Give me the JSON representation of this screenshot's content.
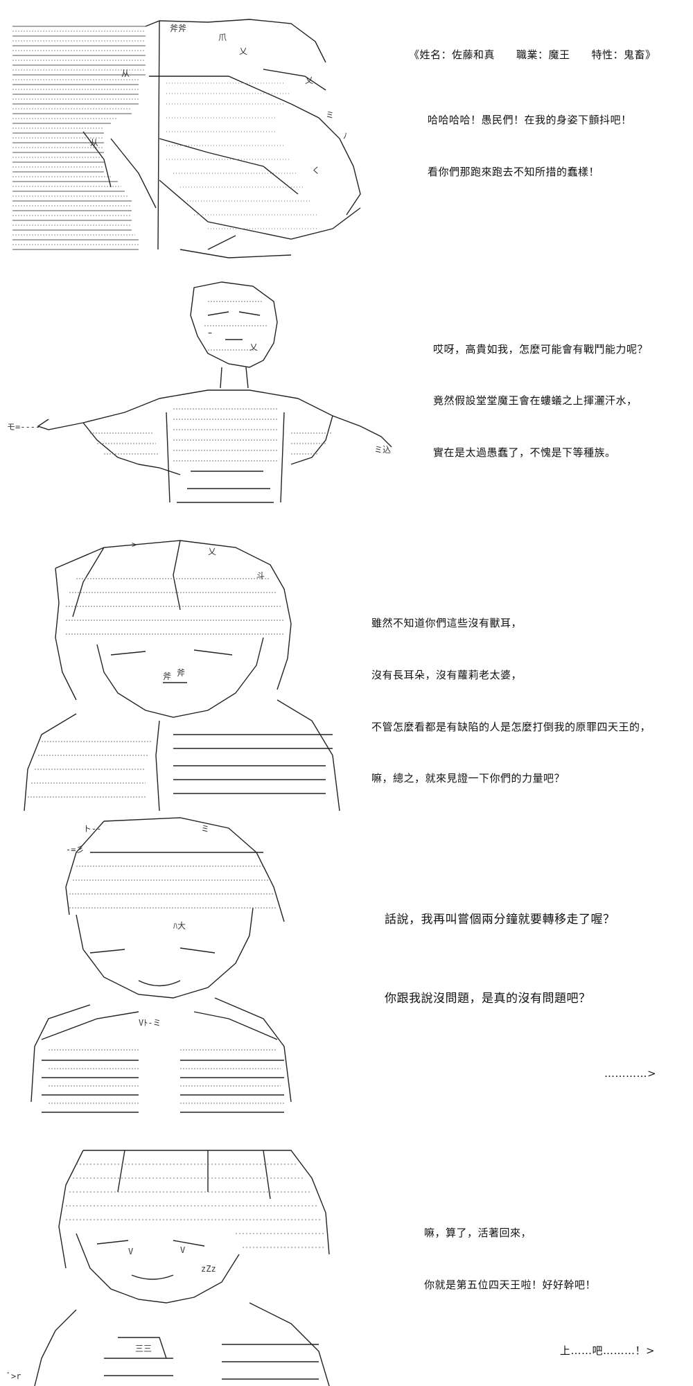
{
  "panels": [
    {
      "lines": [
        "《姓名：佐藤和真　　職業：魔王　　特性：鬼畜》",
        "哈哈哈哈！愚民們！在我的身姿下顫抖吧！",
        "看你們那跑來跑去不知所措的蠢樣！"
      ]
    },
    {
      "lines": [
        "哎呀，高貴如我，怎麼可能會有戰鬥能力呢？",
        "竟然假設堂堂魔王會在螻蟻之上揮灑汗水，",
        "實在是太過愚蠢了，不愧是下等種族。"
      ]
    },
    {
      "lines": [
        "雖然不知道你們這些沒有獸耳，",
        "沒有長耳朵，沒有蘿莉老太婆，",
        "不管怎麼看都是有缺陷的人是怎麼打倒我的原罪四天王的，",
        "嘛，總之，就來見證一下你們的力量吧？"
      ]
    },
    {
      "lines": [
        "話說，我再叫嘗個兩分鐘就要轉移走了喔？",
        "你跟我說沒問題，是真的沒有問題吧？",
        "…………>"
      ]
    },
    {
      "lines": [
        "嘛，算了，活著回來，",
        "你就是第五位四天王啦！好好幹吧！",
        "上……吧………！>"
      ]
    }
  ]
}
